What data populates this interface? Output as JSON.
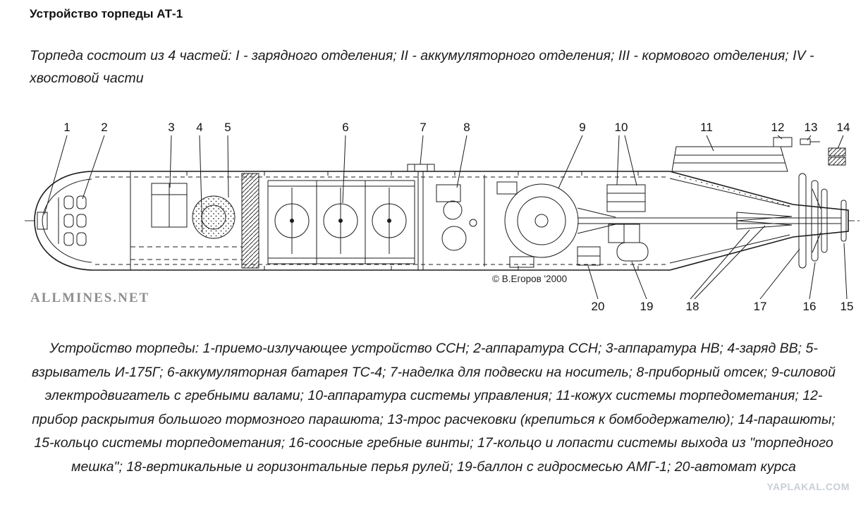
{
  "page": {
    "title": "Устройство торпеды АТ-1",
    "intro": "Торпеда состоит из 4 частей: I - зарядного отделения; II - аккумуляторного отделения; III - кормового отделения; IV - хвостовой части",
    "caption": "Устройство торпеды: 1-приемо-излучающее устройство ССН; 2-аппаратура ССН; 3-аппаратура НВ; 4-заряд ВВ; 5-взрыватель И-175Г; 6-аккумуляторная батарея ТС-4; 7-наделка для подвески на носитель; 8-приборный отсек; 9-силовой электродвигатель с гребными валами; 10-аппаратура системы управления; 11-кожух системы торпедометания; 12-прибор раскрытия большого тормозного парашюта; 13-трос расчековки (крепиться к бомбодержателю); 14-парашюты; 15-кольцо системы торпедометания; 16-соосные гребные винты; 17-кольцо и лопасти системы выхода из \"торпедного мешка\"; 18-вертикальные и горизонтальные перья рулей; 19-баллон с гидросмесью АМГ-1; 20-автомат курса"
  },
  "diagram": {
    "copyright": "© В.Егоров '2000",
    "watermark_left": "ALLMINES.NET",
    "watermark_right": "YAPLAKAL.COM",
    "callouts_top": [
      "1",
      "2",
      "3",
      "4",
      "5",
      "6",
      "7",
      "8",
      "9",
      "10",
      "11",
      "12",
      "13",
      "14"
    ],
    "callouts_bottom": [
      "20",
      "19",
      "18",
      "17",
      "16",
      "15"
    ]
  }
}
